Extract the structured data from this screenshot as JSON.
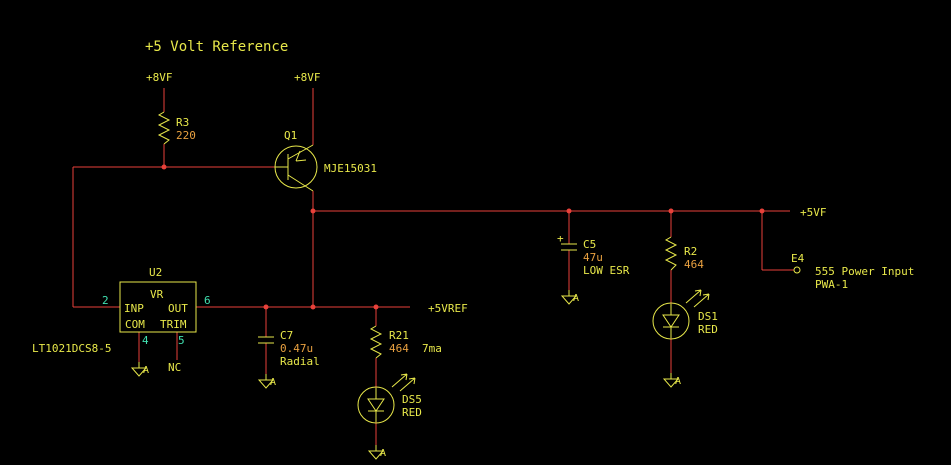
{
  "title": "+5 Volt Reference",
  "colors": {
    "background": "#000000",
    "wire": "#e8413a",
    "component": "#e8e84a",
    "text": "#e8e84a",
    "value": "#e8a040",
    "pin_number": "#40e0b0",
    "junction": "#e8413a"
  },
  "nets": {
    "vf8_left": "+8VF",
    "vf8_right": "+8VF",
    "vf5": "+5VF",
    "vref5": "+5VREF"
  },
  "components": {
    "r3": {
      "ref": "R3",
      "value": "220"
    },
    "q1": {
      "ref": "Q1",
      "value": "MJE15031"
    },
    "u2": {
      "ref": "U2",
      "part": "LT1021DCS8-5",
      "body_label": "VR",
      "pins": {
        "inp": "INP",
        "out": "OUT",
        "com": "COM",
        "trim": "TRIM"
      },
      "pin_numbers": {
        "inp": "2",
        "out": "6",
        "com": "4",
        "trim": "5"
      },
      "nc": "NC"
    },
    "c7": {
      "ref": "C7",
      "value": "0.47u",
      "note": "Radial"
    },
    "r21": {
      "ref": "R21",
      "value": "464",
      "note": "7ma"
    },
    "ds5": {
      "ref": "DS5",
      "color": "RED"
    },
    "c5": {
      "ref": "C5",
      "value": "47u",
      "note": "LOW ESR",
      "polarity": "+"
    },
    "r2": {
      "ref": "R2",
      "value": "464"
    },
    "ds1": {
      "ref": "DS1",
      "color": "RED"
    },
    "e4": {
      "ref": "E4",
      "desc": "555 Power Input",
      "desc2": "PWA-1"
    }
  },
  "ground_label": "A"
}
